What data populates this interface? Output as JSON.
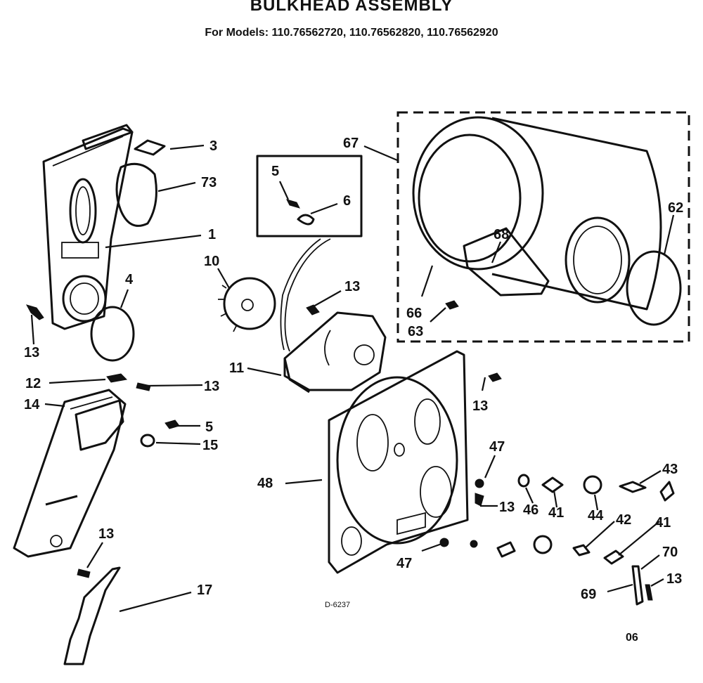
{
  "header": {
    "title": "BULKHEAD ASSEMBLY",
    "subtitle": "For Models: 110.76562720, 110.76562820, 110.76562920"
  },
  "callouts": {
    "c3": "3",
    "c73": "73",
    "c1": "1",
    "c4": "4",
    "c13a": "13",
    "c5a": "5",
    "c6": "6",
    "c10": "10",
    "c13b": "13",
    "c11": "11",
    "c67": "67",
    "c68": "68",
    "c62": "62",
    "c66": "66",
    "c63": "63",
    "c12": "12",
    "c13c": "13",
    "c14": "14",
    "c5b": "5",
    "c15": "15",
    "c13d": "13",
    "c17": "17",
    "c13e": "13",
    "c47a": "47",
    "c48": "48",
    "c13f": "13",
    "c46": "46",
    "c41a": "41",
    "c44": "44",
    "c43": "43",
    "c42": "42",
    "c41b": "41",
    "c47b": "47",
    "c70": "70",
    "c69": "69",
    "c13g": "13"
  },
  "footer": {
    "drawing_number": "D-6237",
    "page_code": "06"
  }
}
